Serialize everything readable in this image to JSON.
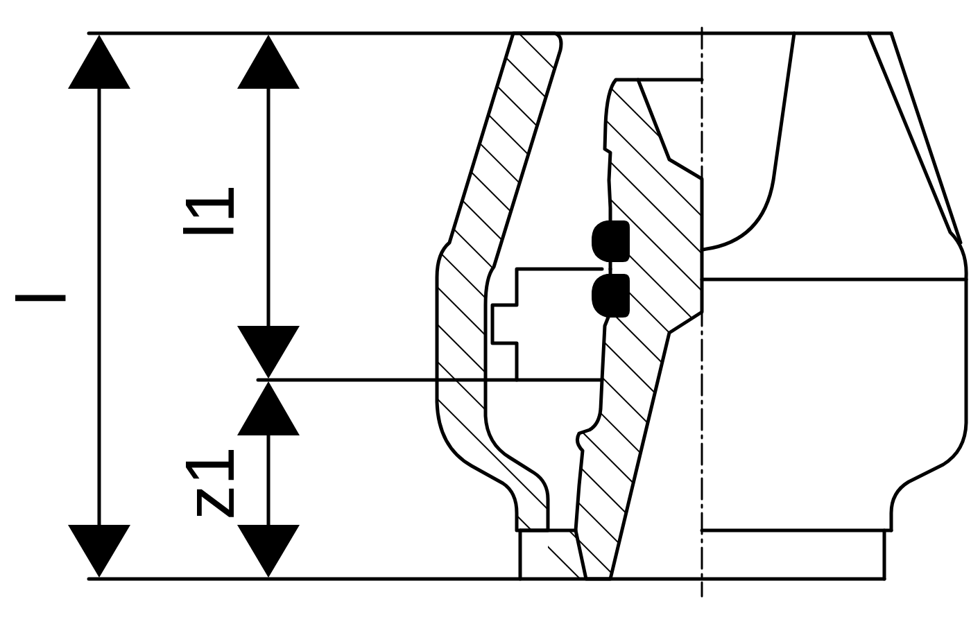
{
  "diagram": {
    "labels": [
      "l",
      "l1",
      "z1"
    ]
  }
}
